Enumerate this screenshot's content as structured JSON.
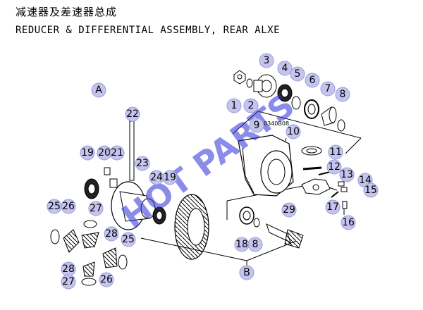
{
  "title_zh": "减速器及差速器总成",
  "title_en": "REDUCER & DIFFERENTIAL ASSEMBLY, REAR ALXE",
  "watermark": "HOT PARTS",
  "part_code": "0340B08",
  "group_labels": {
    "a": "A",
    "b": "B"
  },
  "callouts": [
    "1",
    "2",
    "3",
    "4",
    "5",
    "6",
    "7",
    "8",
    "9",
    "10",
    "11",
    "12",
    "13",
    "14",
    "15",
    "16",
    "17",
    "8",
    "18",
    "29",
    "19",
    "20",
    "21",
    "22",
    "23",
    "24",
    "19",
    "25",
    "26",
    "27",
    "28",
    "25",
    "28",
    "27",
    "26"
  ],
  "colors": {
    "callout_fill": "#c4c4ee",
    "callout_stroke": "#9a9ad8",
    "watermark": "#2b2fd6",
    "line": "#000000"
  }
}
